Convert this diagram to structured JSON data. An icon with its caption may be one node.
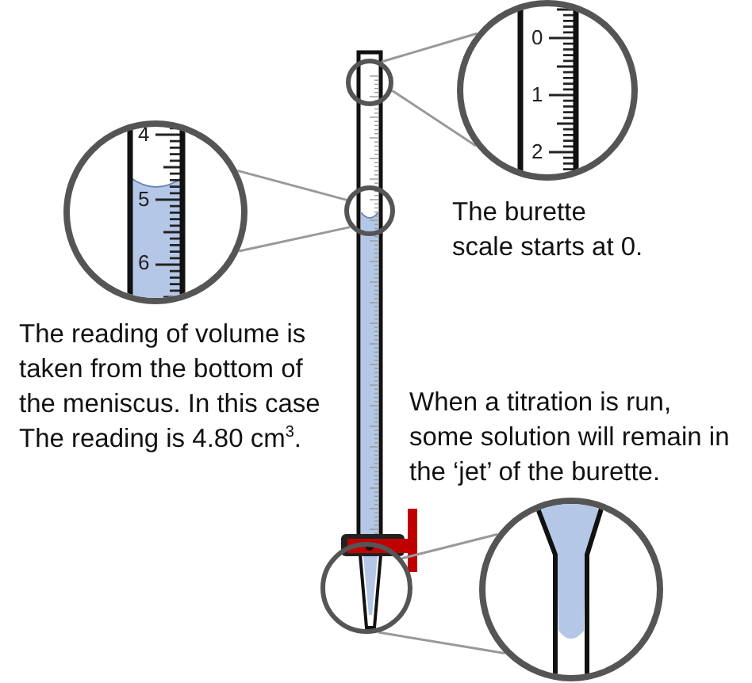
{
  "diagram": {
    "nodes": [
      {
        "text": [],
        "shape": "circle"
      },
      {
        "text": [
          "0",
          "1",
          "2"
        ]
      },
      {
        "text": [],
        "shape": "circle"
      },
      {
        "text": [
          "4",
          "5",
          "6"
        ]
      },
      {
        "text": [],
        "shape": "circle"
      },
      {
        "text": [],
        "shape": "circle"
      }
    ],
    "edges": [
      {
        "from": 0,
        "to": 1,
        "arrow": "none"
      },
      {
        "from": 0,
        "to": 1,
        "arrow": "none"
      },
      {
        "from": 2,
        "to": 3,
        "arrow": "none"
      },
      {
        "from": 2,
        "to": 3,
        "arrow": "none"
      },
      {
        "from": 4,
        "to": 5,
        "arrow": "none"
      },
      {
        "from": 4,
        "to": 5,
        "arrow": "none"
      }
    ],
    "labels": [
      "The burette scale starts at 0.",
      "The reading of volume is taken from the bottom of the meniscus. In this case The reading is 4.80 cm$^{3}$.",
      "When a titration is run, some solution will remain in the ‘jet’ of the burette."
    ]
  }
}
